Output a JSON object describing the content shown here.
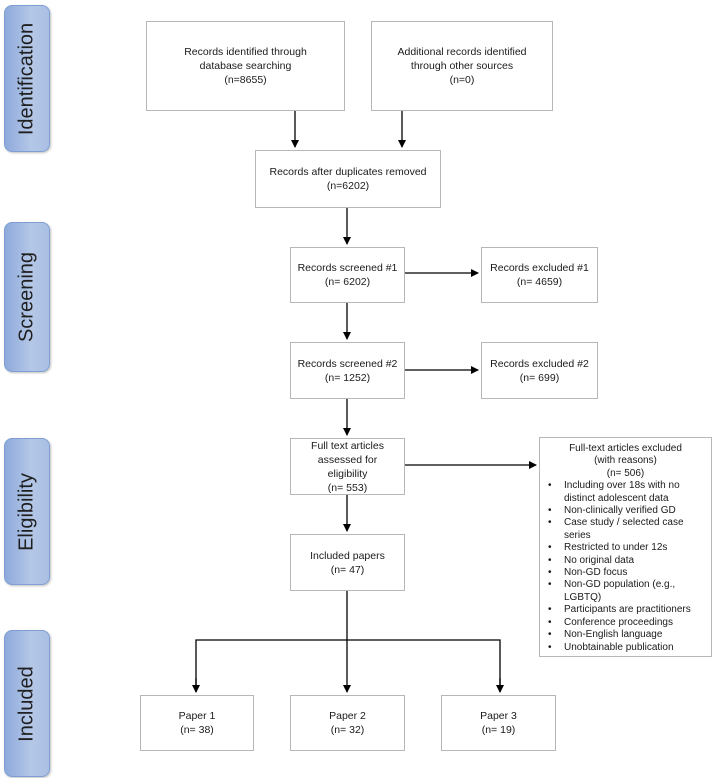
{
  "phases": {
    "identification": "Identification",
    "screening": "Screening",
    "eligibility": "Eligibility",
    "included": "Included"
  },
  "boxes": {
    "db_search": {
      "text": "Records identified through database searching",
      "count": "(n=8655)"
    },
    "other_sources": {
      "text": "Additional records identified through other sources",
      "count": "(n=0)"
    },
    "dedup": {
      "text": "Records after duplicates removed",
      "count": "(n=6202)"
    },
    "screened1": {
      "text": "Records screened #1",
      "count": "(n= 6202)"
    },
    "excluded1": {
      "text": "Records excluded #1",
      "count": "(n= 4659)"
    },
    "screened2": {
      "text": "Records screened #2",
      "count": "(n= 1252)"
    },
    "excluded2": {
      "text": "Records excluded #2",
      "count": "(n= 699)"
    },
    "fulltext": {
      "text": "Full text articles assessed for eligibility",
      "count": "(n= 553)"
    },
    "included": {
      "text": "Included papers",
      "count": "(n= 47)"
    },
    "paper1": {
      "text": "Paper 1",
      "count": "(n= 38)"
    },
    "paper2": {
      "text": "Paper 2",
      "count": "(n= 32)"
    },
    "paper3": {
      "text": "Paper 3",
      "count": "(n= 19)"
    }
  },
  "excluded_fulltext": {
    "title1": "Full-text articles excluded",
    "title2": "(with reasons)",
    "count": "(n= 506)",
    "reasons": [
      "Including over 18s with no distinct adolescent data",
      "Non-clinically verified GD",
      "Case study / selected case series",
      "Restricted to under 12s",
      "No original data",
      "Non-GD focus",
      "Non-GD population (e.g., LGBTQ)",
      "Participants are practitioners",
      "Conference proceedings",
      "Non-English language",
      "Unobtainable publication"
    ]
  }
}
